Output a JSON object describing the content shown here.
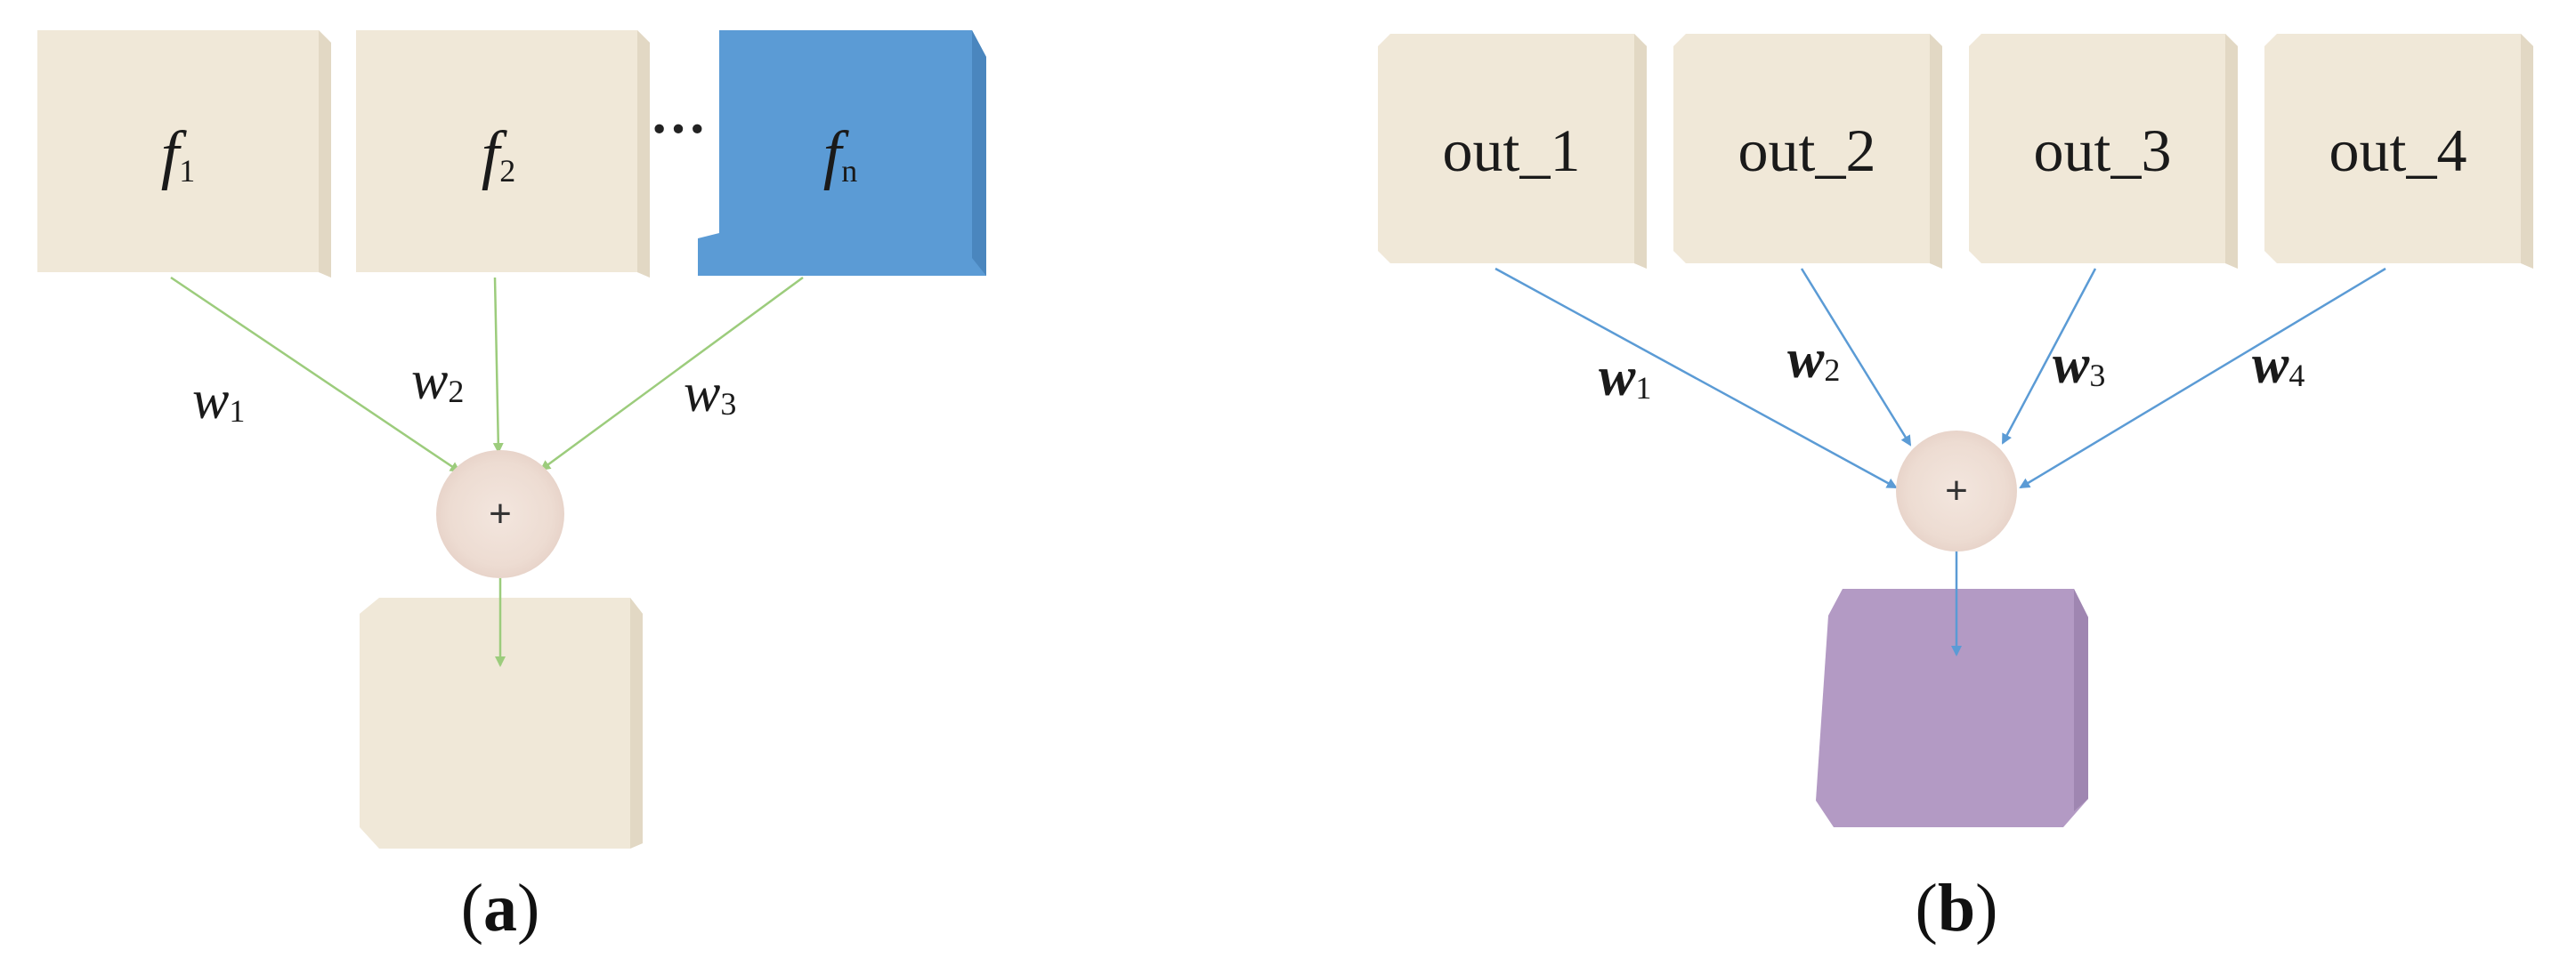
{
  "colors": {
    "cream": "#f0e8d8",
    "cream_side": "#e2d8c4",
    "blue": "#5b9bd5",
    "blue_side": "#4a86be",
    "purple": "#b39ac4",
    "purple_side": "#9f86b1",
    "node": "#efe0d8",
    "arrow_green": "#9ccc7c",
    "arrow_blue": "#5b9bd5"
  },
  "panel_a": {
    "caption_open": "(",
    "caption_letter": "a",
    "caption_close": ")",
    "ellipsis": "···",
    "features": [
      {
        "base": "f",
        "sub": "1"
      },
      {
        "base": "f",
        "sub": "2"
      },
      {
        "base": "f",
        "sub": "n"
      }
    ],
    "weights": [
      {
        "base": "w",
        "sub": "1"
      },
      {
        "base": "w",
        "sub": "2"
      },
      {
        "base": "w",
        "sub": "3"
      }
    ],
    "operator": "+"
  },
  "panel_b": {
    "caption_open": "(",
    "caption_letter": "b",
    "caption_close": ")",
    "outputs": [
      "out_1",
      "out_2",
      "out_3",
      "out_4"
    ],
    "weights": [
      {
        "base": "w",
        "sub": "1"
      },
      {
        "base": "w",
        "sub": "2"
      },
      {
        "base": "w",
        "sub": "3"
      },
      {
        "base": "w",
        "sub": "4"
      }
    ],
    "operator": "+"
  }
}
